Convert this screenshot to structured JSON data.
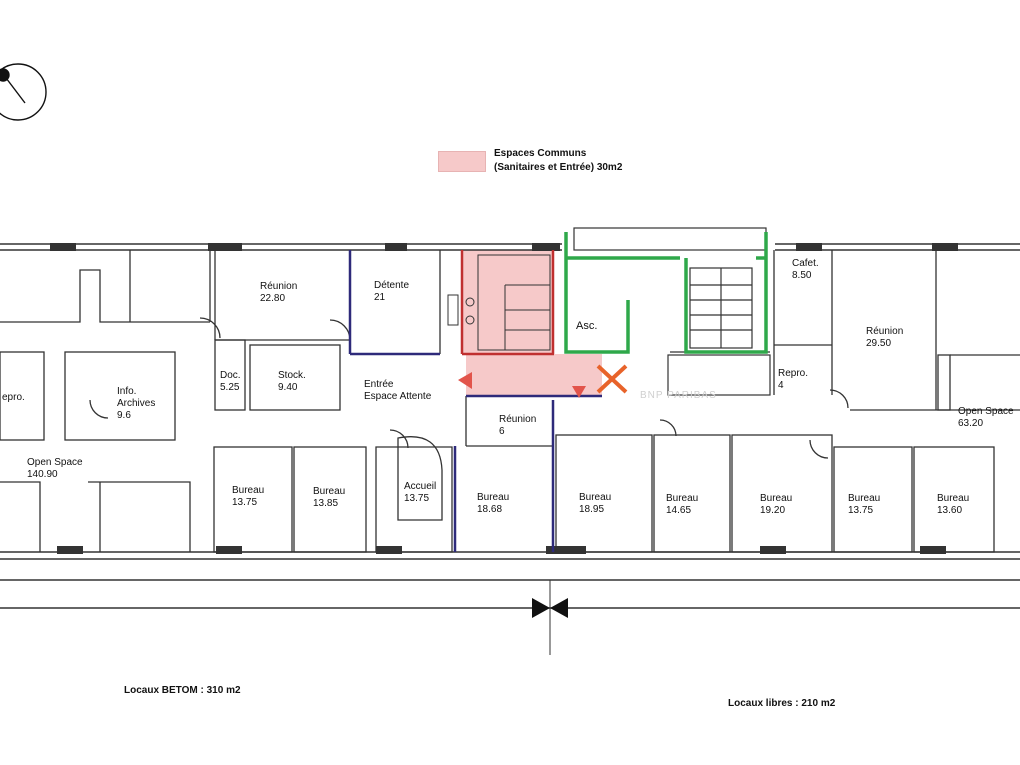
{
  "legend": {
    "title": "Espaces Communs",
    "subtitle": "(Sanitaires et Entrée) 30m2",
    "color": "#f6c9c9"
  },
  "rooms": {
    "reunion_a": {
      "name": "Réunion",
      "area": "22.80"
    },
    "detente": {
      "name": "Détente",
      "area": "21"
    },
    "doc": {
      "name": "Doc.",
      "area": "5.25"
    },
    "stock": {
      "name": "Stock.",
      "area": "9.40"
    },
    "entree": {
      "name": "Entrée",
      "area": "Espace Attente"
    },
    "repro_left": {
      "name": "epro."
    },
    "info_archives": {
      "name": "Info.",
      "area": "Archives",
      "extra": "9.6"
    },
    "open_space_left": {
      "name": "Open Space",
      "area": "140.90"
    },
    "reunion_b": {
      "name": "Réunion",
      "area": "6"
    },
    "asc": {
      "name": "Asc."
    },
    "cafet": {
      "name": "Cafet.",
      "area": "8.50"
    },
    "repro_right": {
      "name": "Repro.",
      "area": "4"
    },
    "reunion_c": {
      "name": "Réunion",
      "area": "29.50"
    },
    "open_space_right": {
      "name": "Open Space",
      "area": "63.20"
    },
    "bureau_1": {
      "name": "Bureau",
      "area": "13.75"
    },
    "bureau_2": {
      "name": "Bureau",
      "area": "13.85"
    },
    "accueil": {
      "name": "Accueil",
      "area": "13.75"
    },
    "bureau_3": {
      "name": "Bureau",
      "area": "18.68"
    },
    "bureau_4": {
      "name": "Bureau",
      "area": "18.95"
    },
    "bureau_5": {
      "name": "Bureau",
      "area": "14.65"
    },
    "bureau_6": {
      "name": "Bureau",
      "area": "19.20"
    },
    "bureau_7": {
      "name": "Bureau",
      "area": "13.75"
    },
    "bureau_8": {
      "name": "Bureau",
      "area": "13.60"
    }
  },
  "footer": {
    "left": "Locaux BETOM : 310 m2",
    "right": "Locaux libres : 210 m2"
  },
  "watermark": "BNP PARIBAS",
  "colors": {
    "wall": "#333333",
    "partition_blue": "#2e2a7a",
    "partition_red": "#c03030",
    "partition_green": "#2fa84a",
    "marker_red": "#e2544b",
    "cross_orange": "#e8632a"
  }
}
